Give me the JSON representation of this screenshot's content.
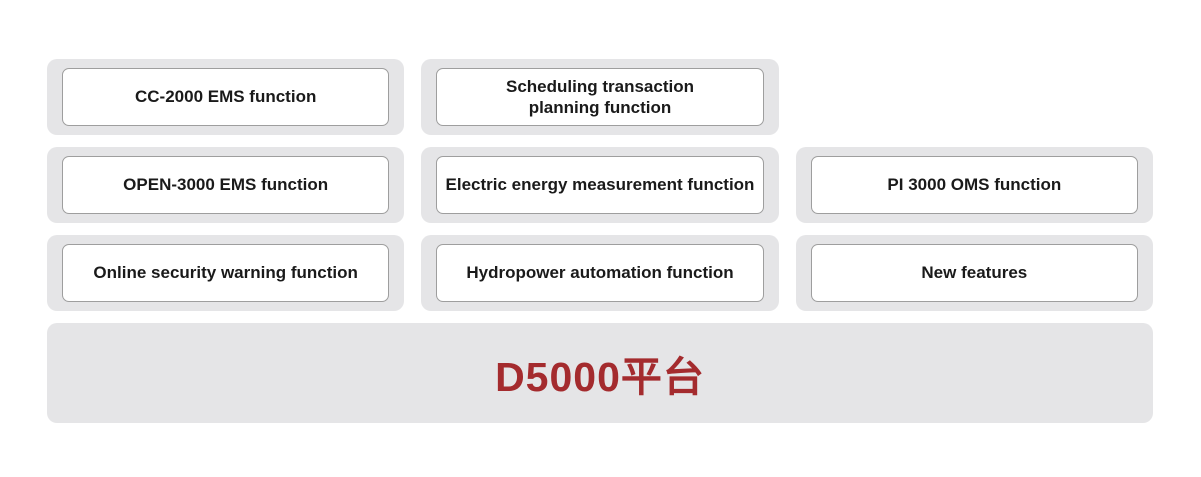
{
  "colors": {
    "page_background": "#ffffff",
    "card_background": "#e5e5e7",
    "box_background": "#ffffff",
    "box_border": "#9e9e9e",
    "box_text": "#1a1a1a",
    "platform_text": "#a42b2e"
  },
  "boxes": {
    "r1c1": "CC-2000 EMS function",
    "r1c2": "Scheduling transaction\nplanning function",
    "r2c1": "OPEN-3000 EMS function",
    "r2c2": "Electric energy measurement function",
    "r2c3": "PI 3000 OMS function",
    "r3c1": "Online security warning function",
    "r3c2": "Hydropower automation function",
    "r3c3": "New features"
  },
  "platform": {
    "label": "D5000平台"
  }
}
